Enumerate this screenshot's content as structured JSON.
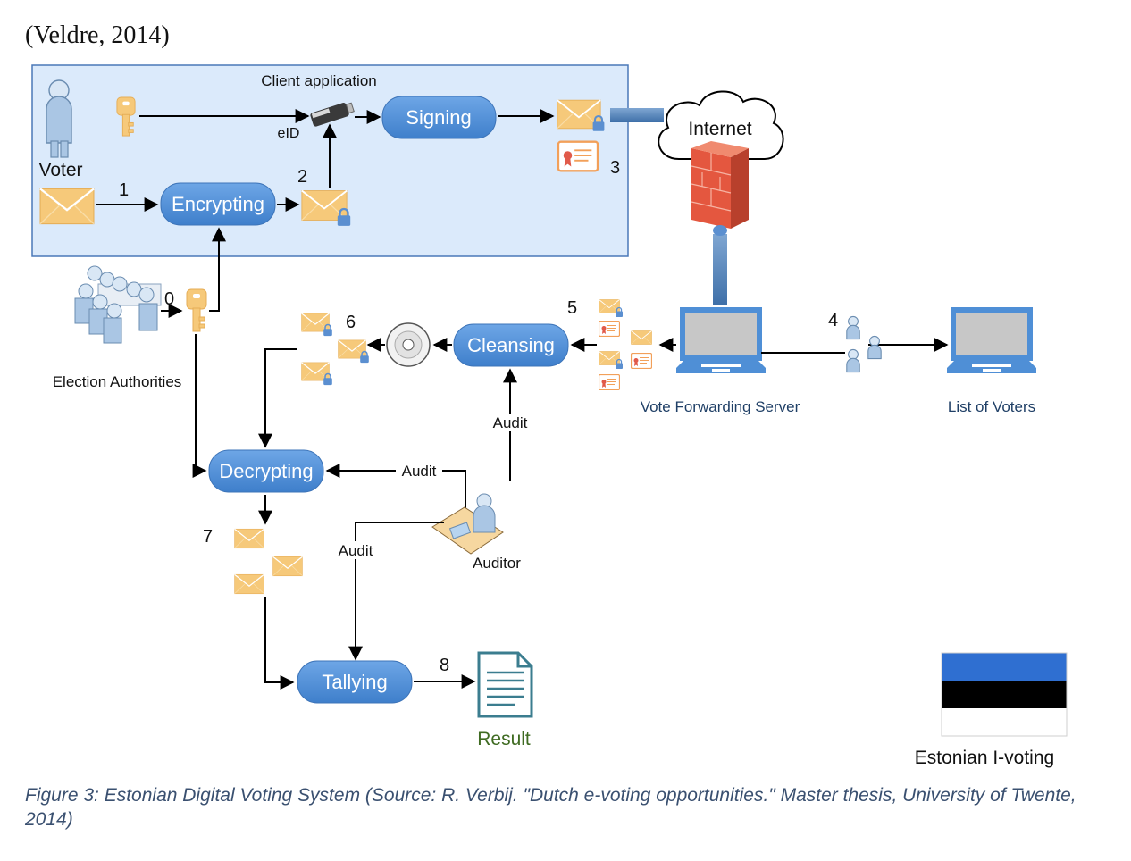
{
  "citation": "(Veldre, 2014)",
  "client_box": {
    "title": "Client application"
  },
  "actors": {
    "voter": "Voter",
    "election_authorities": "Election Authorities",
    "auditor": "Auditor"
  },
  "processes": {
    "signing": "Signing",
    "encrypting": "Encrypting",
    "cleansing": "Cleansing",
    "decrypting": "Decrypting",
    "tallying": "Tallying"
  },
  "labels": {
    "eid": "eID",
    "internet": "Internet",
    "vote_forwarding_server": "Vote Forwarding Server",
    "list_of_voters": "List of Voters",
    "result": "Result",
    "audit": "Audit",
    "estonian_ivoting": "Estonian I-voting"
  },
  "steps": [
    "0",
    "1",
    "2",
    "3",
    "4",
    "5",
    "6",
    "7",
    "8"
  ],
  "colors": {
    "pill": "#4f8fd6",
    "client_box_fill": "#dbeafb",
    "client_box_border": "#4a78b8",
    "envelope": "#f6c97a",
    "lock": "#5b8fd0",
    "firewall": "#e4573f",
    "monitor": "#4f8fd6",
    "flag_blue": "#2f6fd1",
    "flag_black": "#000000",
    "flag_white": "#ffffff",
    "result_text": "#3f6b22"
  },
  "caption": "Figure 3: Estonian Digital Voting System (Source: R. Verbij. \"Dutch e-voting opportunities.\" Master thesis, University of Twente, 2014)"
}
